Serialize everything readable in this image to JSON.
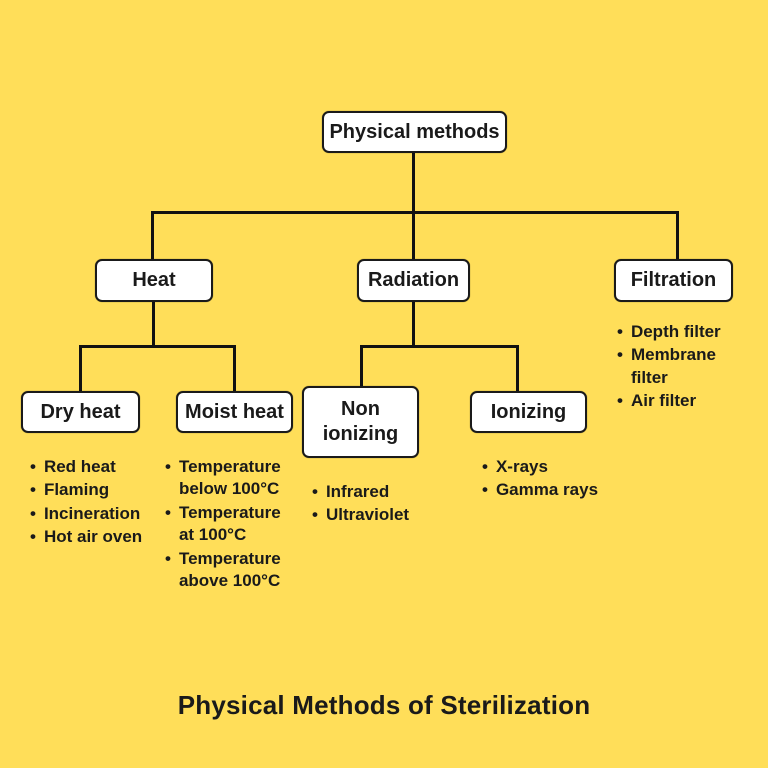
{
  "colors": {
    "background": "#FFDE59",
    "box_fill": "#FFFFFF",
    "box_border": "#1A1A1A",
    "line": "#111111",
    "text": "#1A1A1A"
  },
  "bullet_glyph": "•",
  "root": {
    "label": "Physical methods"
  },
  "branches": [
    {
      "label": "Heat",
      "children": [
        {
          "label": "Dry heat",
          "items": [
            "Red heat",
            "Flaming",
            "Incineration",
            "Hot air oven"
          ]
        },
        {
          "label": "Moist heat",
          "items": [
            "Temperature below 100°C",
            "Temperature at 100°C",
            "Temperature above 100°C"
          ]
        }
      ]
    },
    {
      "label": "Radiation",
      "children": [
        {
          "label": "Non ionizing",
          "items": [
            "Infrared",
            "Ultraviolet"
          ]
        },
        {
          "label": "Ionizing",
          "items": [
            "X-rays",
            "Gamma rays"
          ]
        }
      ]
    },
    {
      "label": "Filtration",
      "items": [
        "Depth filter",
        "Membrane filter",
        "Air filter"
      ]
    }
  ],
  "caption": "Physical Methods of Sterilization"
}
